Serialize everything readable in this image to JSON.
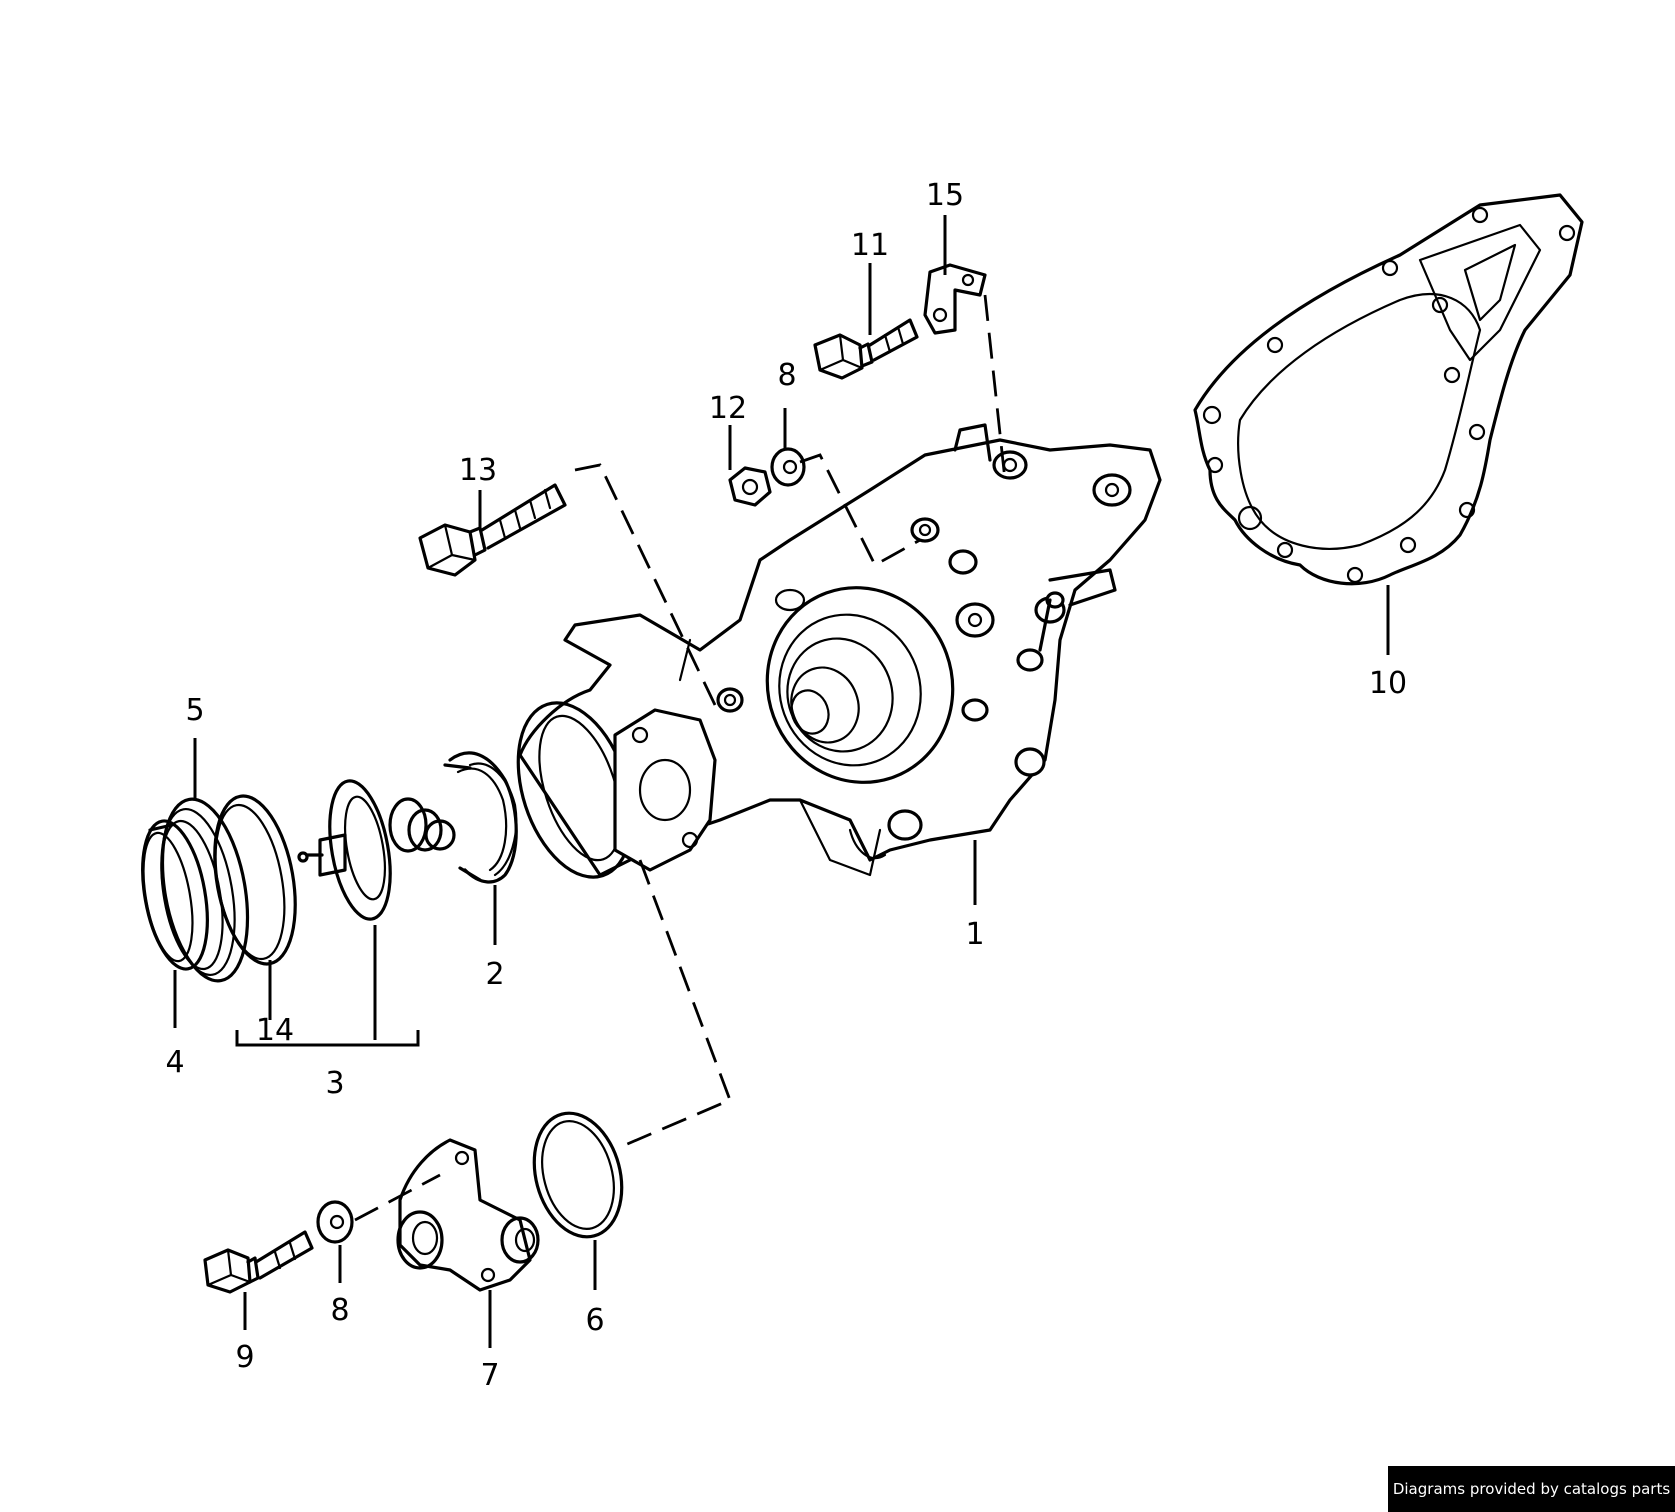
{
  "callouts": [
    "1",
    "2",
    "3",
    "4",
    "5",
    "6",
    "7",
    "8",
    "8",
    "9",
    "10",
    "11",
    "12",
    "13",
    "14",
    "15"
  ],
  "footer": {
    "text": "Diagrams provided by catalogs parts"
  }
}
